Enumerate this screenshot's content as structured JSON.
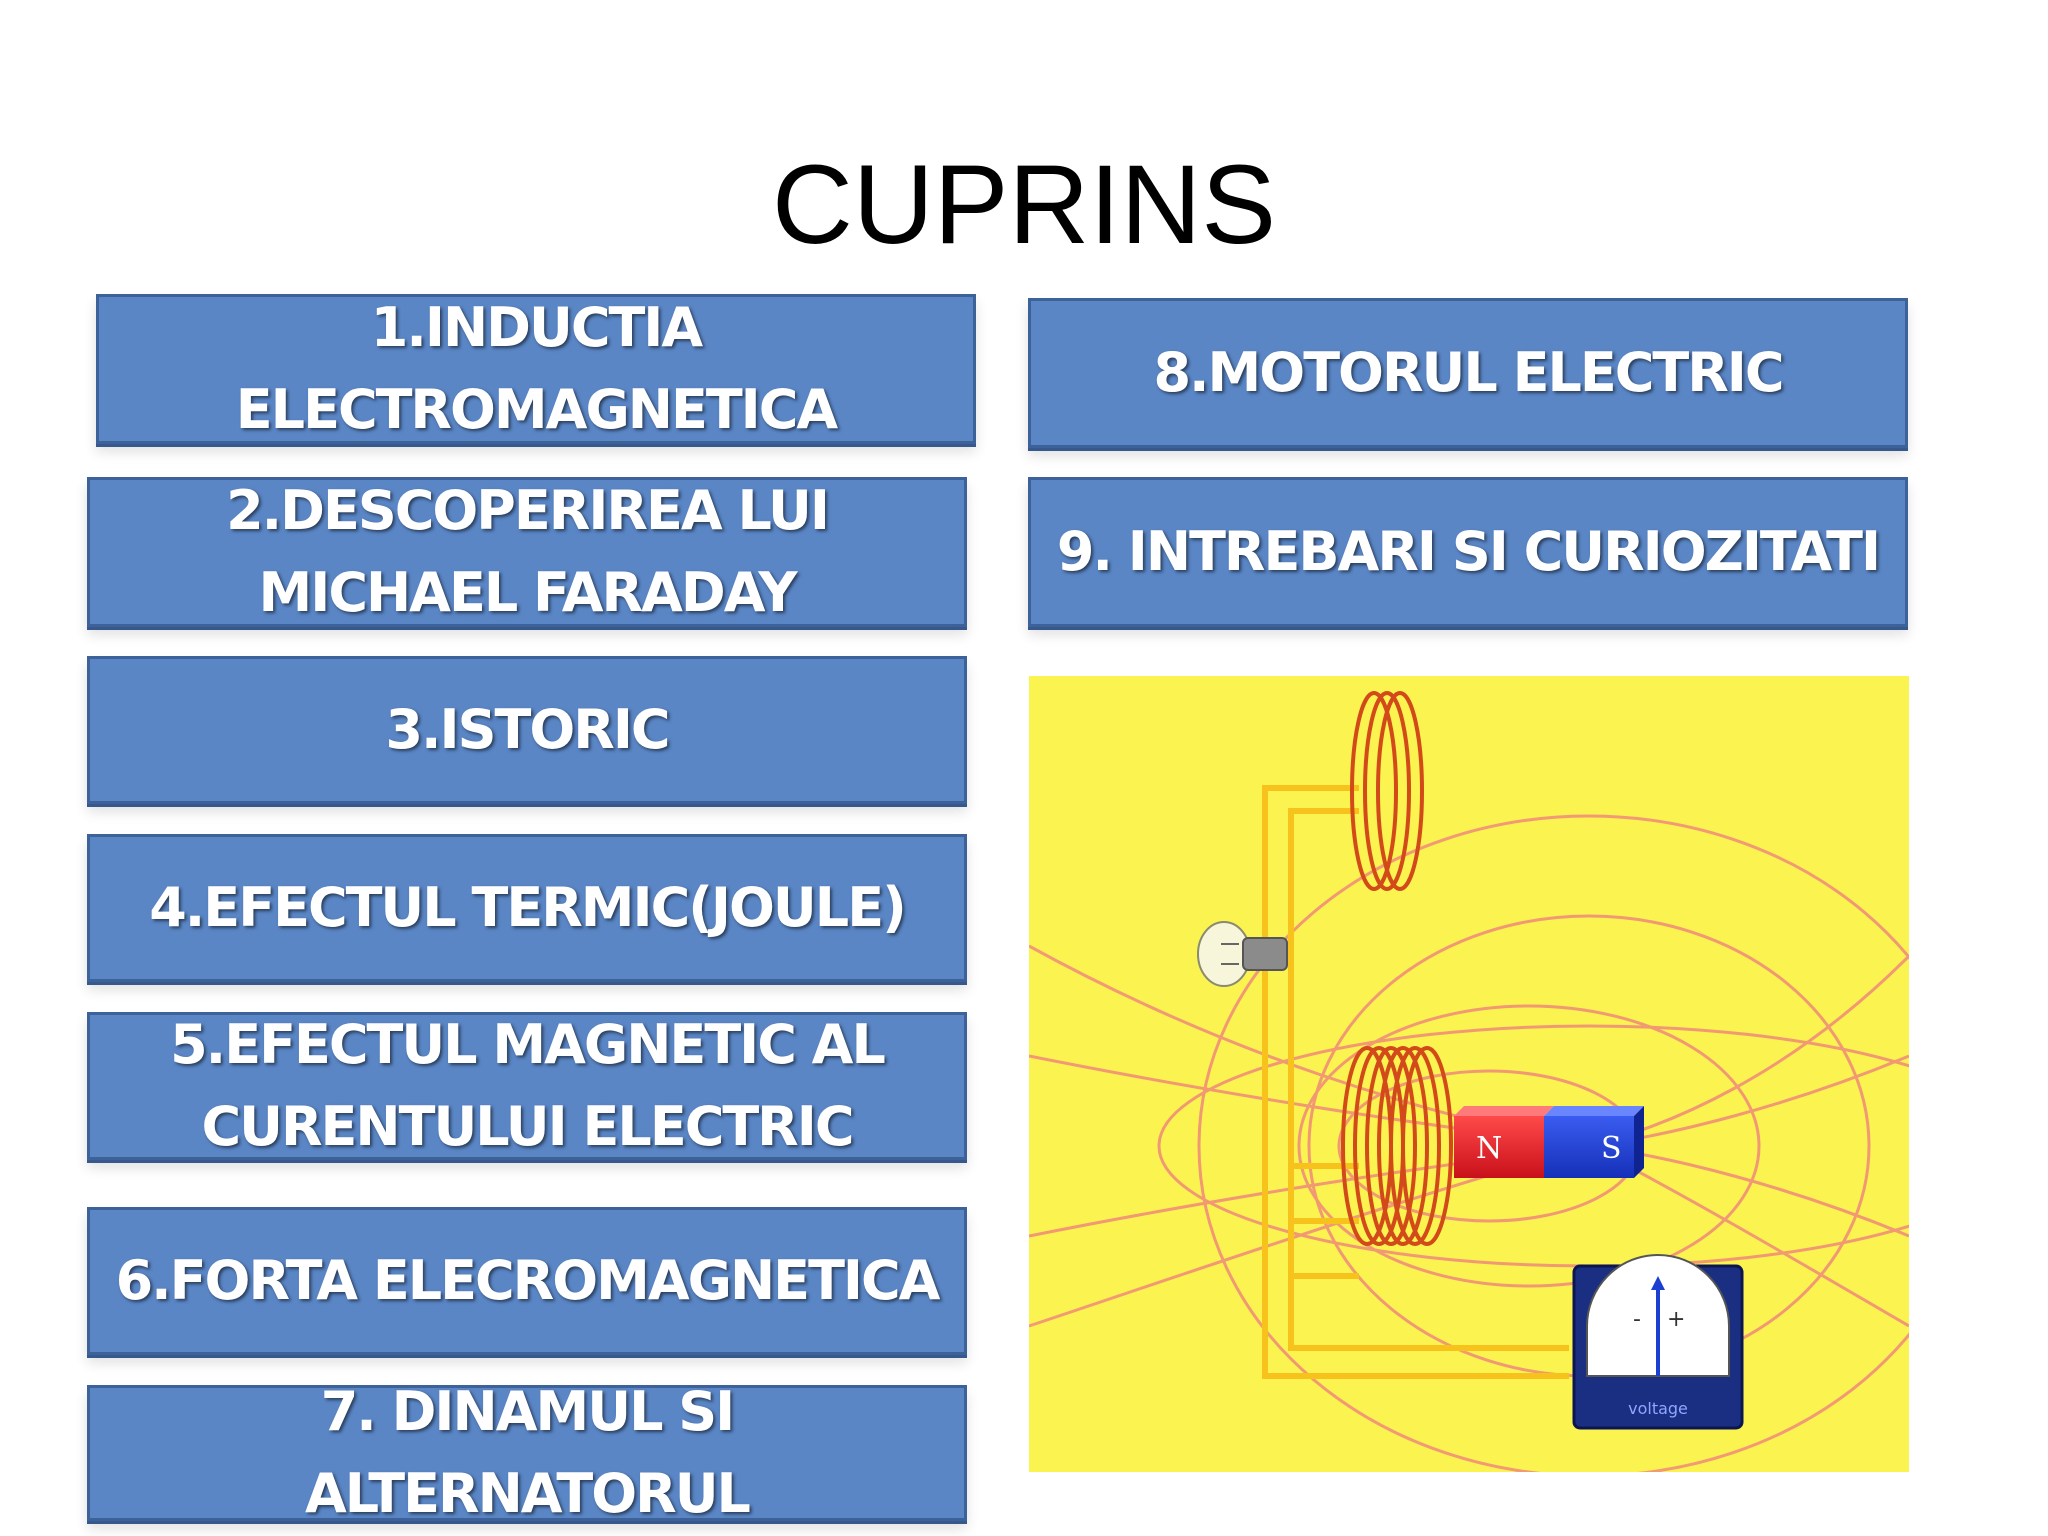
{
  "slide": {
    "title": "CUPRINS"
  },
  "menu": {
    "items": [
      {
        "label": "1.INDUCTIA\nELECTROMAGNETICA"
      },
      {
        "label": "2.DESCOPERIREA LUI\nMICHAEL FARADAY"
      },
      {
        "label": "3.ISTORIC"
      },
      {
        "label": "4.EFECTUL TERMIC(JOULE)"
      },
      {
        "label": "5.EFECTUL MAGNETIC AL\nCURENTULUI ELECTRIC"
      },
      {
        "label": "6.FORTA ELECROMAGNETICA"
      },
      {
        "label": "7. DINAMUL SI\nALTERNATORUL"
      },
      {
        "label": "8.MOTORUL ELECTRIC"
      },
      {
        "label": "9. INTREBARI SI CURIOZITATI"
      }
    ]
  },
  "illustration": {
    "magnet_north": "N",
    "magnet_south": "S",
    "meter_minus": "-",
    "meter_plus": "+",
    "meter_label": "voltage",
    "colors": {
      "background": "#fbf34f",
      "field_lines": "#f08a7a",
      "coil": "#d24a1a",
      "wire": "#f7c21b",
      "north": "#e8202a",
      "south": "#1f3fd6"
    }
  },
  "colors": {
    "button_fill": "#5a86c6",
    "button_border": "#3d6299",
    "button_text": "#ffffff"
  }
}
